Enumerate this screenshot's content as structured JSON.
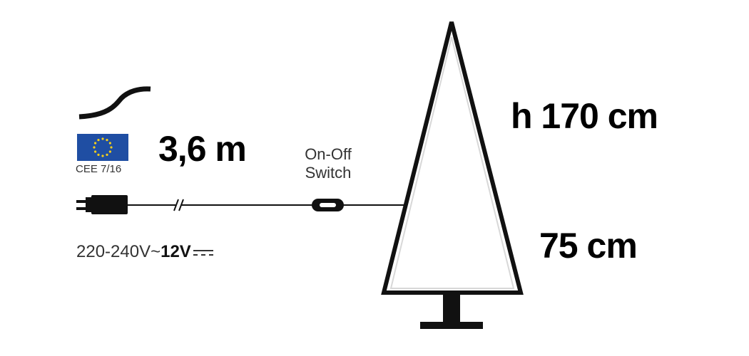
{
  "cable": {
    "length": "3,6 m",
    "plug_standard": "CEE 7/16"
  },
  "switch": {
    "line1": "On-Off",
    "line2": "Switch"
  },
  "tree": {
    "height": "h 170 cm",
    "width": "75 cm"
  },
  "power": {
    "input": "220-240V~",
    "output": "12V"
  },
  "colors": {
    "eu_blue": "#1f4ea3",
    "eu_star": "#f5cf1a",
    "tree_outline": "#222222",
    "stroke": "#111111"
  },
  "icons": [
    "cable-curve-icon",
    "eu-flag-icon",
    "plug-icon",
    "switch-icon",
    "tree-outline-icon",
    "dc-symbol-icon"
  ]
}
